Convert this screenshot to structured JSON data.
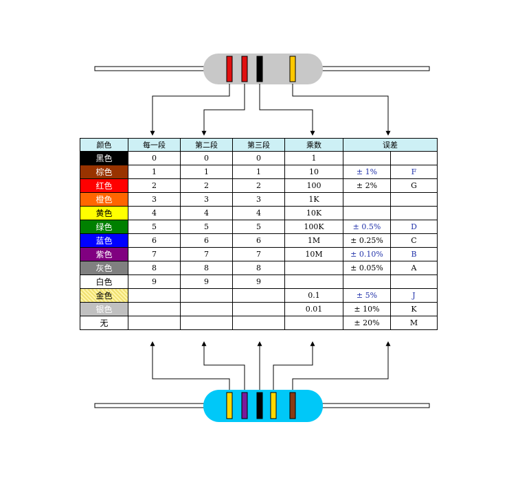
{
  "colors": {
    "lead_fill": "#ffffff",
    "body_top": "#c8c8c8",
    "body_bottom": "#00c8f8",
    "header_bg": "#cdf0f5"
  },
  "bands": {
    "top": [
      "#e01010",
      "#e01010",
      "#000000",
      "#ffc800"
    ],
    "bottom": [
      "#ffd800",
      "#7a1a9a",
      "#000000",
      "#ffd800",
      "#8a3a14"
    ]
  },
  "headers": [
    "颜色",
    "每一段",
    "第二段",
    "第三段",
    "乘数",
    "误差"
  ],
  "rows": [
    {
      "name": "黑色",
      "bg": "#000000",
      "fg": "#ffffff",
      "d1": "0",
      "d2": "0",
      "d3": "0",
      "mult": "1",
      "tol": "",
      "code": ""
    },
    {
      "name": "棕色",
      "bg": "#993300",
      "fg": "#ffffff",
      "d1": "1",
      "d2": "1",
      "d3": "1",
      "mult": "10",
      "tol": "± 1%",
      "code": "F",
      "blue": true
    },
    {
      "name": "红色",
      "bg": "#ff0000",
      "fg": "#ffffff",
      "d1": "2",
      "d2": "2",
      "d3": "2",
      "mult": "100",
      "tol": "± 2%",
      "code": "G"
    },
    {
      "name": "橙色",
      "bg": "#ff6600",
      "fg": "#ffffff",
      "d1": "3",
      "d2": "3",
      "d3": "3",
      "mult": "1K",
      "tol": "",
      "code": ""
    },
    {
      "name": "黄色",
      "bg": "#ffff00",
      "fg": "#000000",
      "d1": "4",
      "d2": "4",
      "d3": "4",
      "mult": "10K",
      "tol": "",
      "code": ""
    },
    {
      "name": "绿色",
      "bg": "#008000",
      "fg": "#ffffff",
      "d1": "5",
      "d2": "5",
      "d3": "5",
      "mult": "100K",
      "tol": "± 0.5%",
      "code": "D",
      "blue": true
    },
    {
      "name": "蓝色",
      "bg": "#0000ff",
      "fg": "#ffffff",
      "d1": "6",
      "d2": "6",
      "d3": "6",
      "mult": "1M",
      "tol": "± 0.25%",
      "code": "C"
    },
    {
      "name": "紫色",
      "bg": "#800080",
      "fg": "#ffffff",
      "d1": "7",
      "d2": "7",
      "d3": "7",
      "mult": "10M",
      "tol": "± 0.10%",
      "code": "B",
      "blue": true
    },
    {
      "name": "灰色",
      "bg": "#808080",
      "fg": "#ffffff",
      "d1": "8",
      "d2": "8",
      "d3": "8",
      "mult": "",
      "tol": "± 0.05%",
      "code": "A"
    },
    {
      "name": "白色",
      "bg": "#ffffff",
      "fg": "#000000",
      "d1": "9",
      "d2": "9",
      "d3": "9",
      "mult": "",
      "tol": "",
      "code": ""
    },
    {
      "name": "金色",
      "bg": "gold",
      "fg": "#000000",
      "d1": "",
      "d2": "",
      "d3": "",
      "mult": "0.1",
      "tol": "± 5%",
      "code": "J",
      "blue": true
    },
    {
      "name": "银色",
      "bg": "#c0c0c0",
      "fg": "#ffffff",
      "d1": "",
      "d2": "",
      "d3": "",
      "mult": "0.01",
      "tol": "± 10%",
      "code": "K"
    },
    {
      "name": "无",
      "bg": "#ffffff",
      "fg": "#000000",
      "d1": "",
      "d2": "",
      "d3": "",
      "mult": "",
      "tol": "± 20%",
      "code": "M"
    }
  ]
}
